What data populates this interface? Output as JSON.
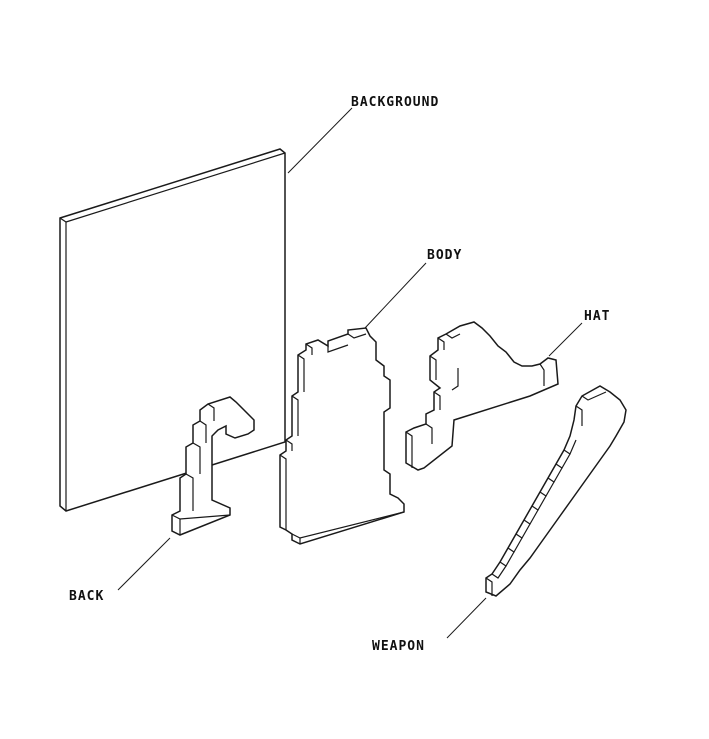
{
  "labels": {
    "background": "BACKGROUND",
    "body": "BODY",
    "hat": "HAT",
    "back": "BACK",
    "weapon": "WEAPON"
  },
  "colors": {
    "line": "#1a1a1a",
    "fill": "#ffffff"
  }
}
